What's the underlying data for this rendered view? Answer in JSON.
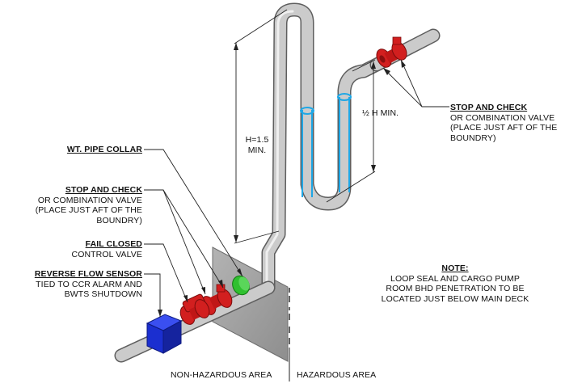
{
  "labels": {
    "stop_check_right": {
      "title": "STOP AND CHECK",
      "lines": [
        "OR COMBINATION VALVE",
        "(PLACE JUST AFT OF THE",
        "BOUNDRY)"
      ]
    },
    "stop_check_left": {
      "title": "STOP AND CHECK",
      "lines": [
        "OR COMBINATION VALVE",
        "(PLACE JUST AFT OF THE",
        "BOUNDRY)"
      ]
    },
    "wt_pipe_collar": {
      "title": "WT. PIPE COLLAR"
    },
    "fail_closed": {
      "title": "FAIL CLOSED",
      "lines": [
        "CONTROL VALVE"
      ]
    },
    "reverse_flow": {
      "title": "REVERSE FLOW SENSOR",
      "lines": [
        "TIED TO CCR ALARM AND",
        "BWTS SHUTDOWN"
      ]
    },
    "note": {
      "title": "NOTE:",
      "lines": [
        "LOOP SEAL AND CARGO PUMP",
        "ROOM BHD PENETRATION TO BE",
        "LOCATED JUST BELOW MAIN DECK"
      ]
    },
    "h_dim": {
      "line1": "H=1.5",
      "line2": "MIN."
    },
    "half_h_dim": {
      "fraction": "½",
      "text": "H MIN."
    },
    "non_hazardous": "NON-HAZARDOUS AREA",
    "hazardous": "HAZARDOUS AREA"
  },
  "colors": {
    "pipe": "#c4c4c4",
    "pipe_edge": "#6e6e6e",
    "valve": "#d21f1f",
    "valve_dark": "#8a0f0f",
    "collar": "#2fc02f",
    "sensor": "#1b2fd0",
    "sensor_dark": "#0e1a80",
    "bulkhead": "#9c9c9c",
    "highlight": "#1ea7e6"
  }
}
